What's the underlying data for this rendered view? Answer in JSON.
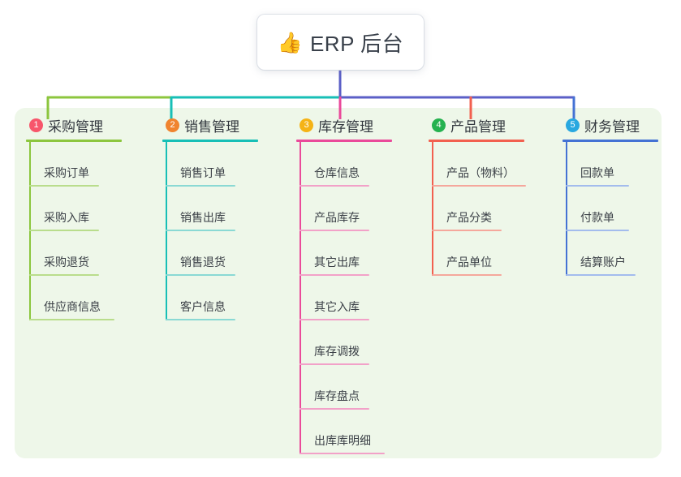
{
  "root": {
    "icon": "thumbs-up-emoji",
    "emoji": "👍",
    "title": "ERP 后台"
  },
  "theme": {
    "canvas_bg": "#ffffff",
    "card_bg": "#eef7e9",
    "root_text": "#39404a",
    "trunk_color": "#5b5fc7"
  },
  "columns": [
    {
      "number": "1",
      "title": "采购管理",
      "badge_color": "#f7566b",
      "line_color": "#8cc63e",
      "light_line_color": "#b9dd8c",
      "items": [
        {
          "label": "采购订单"
        },
        {
          "label": "采购入库"
        },
        {
          "label": "采购退货"
        },
        {
          "label": "供应商信息"
        }
      ]
    },
    {
      "number": "2",
      "title": "销售管理",
      "badge_color": "#f0842f",
      "line_color": "#17bfb6",
      "light_line_color": "#8ad9d4",
      "items": [
        {
          "label": "销售订单"
        },
        {
          "label": "销售出库"
        },
        {
          "label": "销售退货"
        },
        {
          "label": "客户信息"
        }
      ]
    },
    {
      "number": "3",
      "title": "库存管理",
      "badge_color": "#f5b316",
      "line_color": "#ea4a9a",
      "light_line_color": "#f2a1c8",
      "items": [
        {
          "label": "仓库信息"
        },
        {
          "label": "产品库存"
        },
        {
          "label": "其它出库"
        },
        {
          "label": "其它入库"
        },
        {
          "label": "库存调拨"
        },
        {
          "label": "库存盘点"
        },
        {
          "label": "出库库明细"
        }
      ]
    },
    {
      "number": "4",
      "title": "产品管理",
      "badge_color": "#25b24f",
      "line_color": "#f2604f",
      "light_line_color": "#f5a79c",
      "items": [
        {
          "label": "产品（物料）"
        },
        {
          "label": "产品分类"
        },
        {
          "label": "产品单位"
        }
      ]
    },
    {
      "number": "5",
      "title": "财务管理",
      "badge_color": "#29a8e0",
      "line_color": "#4472d4",
      "light_line_color": "#a3bced",
      "items": [
        {
          "label": "回款单"
        },
        {
          "label": "付款单"
        },
        {
          "label": "结算账户"
        }
      ]
    }
  ],
  "connectors": {
    "trunk_color": "#5b5fc7",
    "bus_segments": [
      {
        "color": "#8cc63e",
        "from": "col1",
        "to": "col2"
      },
      {
        "color": "#17bfb6",
        "from": "col2",
        "to": "col3"
      },
      {
        "color": "#5b5fc7",
        "from": "col3",
        "to": "col5"
      }
    ]
  }
}
